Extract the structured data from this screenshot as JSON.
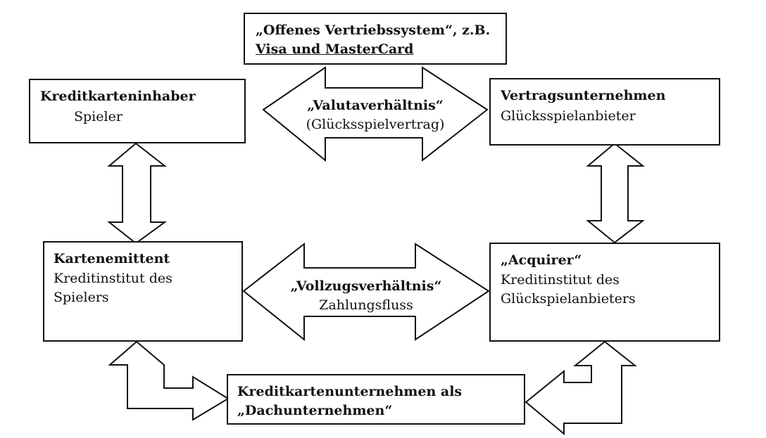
{
  "top_box": {
    "line1": "„Offenes Vertriebssystem“, z.B.",
    "line2": "Visa und MasterCard"
  },
  "cardholder": {
    "title": "Kreditkarteninhaber",
    "subtitle": "Spieler"
  },
  "merchant": {
    "title": "Vertragsunternehmen",
    "subtitle": "Glücksspielanbieter"
  },
  "issuer": {
    "title": "Kartenemittent",
    "line1": "Kreditinstitut des",
    "line2": "Spielers"
  },
  "acquirer": {
    "title": "„Acquirer“",
    "line1": "Kreditinstitut des",
    "line2": "Glückspielanbieters"
  },
  "umbrella": {
    "line1": "Kreditkartenunternehmen als",
    "line2": "„Dachunternehmen“"
  },
  "relation_top": {
    "title": "„Valutaverhältnis“",
    "subtitle": "(Glücksspielvertrag)"
  },
  "relation_mid": {
    "title": "„Vollzugsverhältnis“",
    "subtitle": "Zahlungsfluss"
  },
  "colors": {
    "stroke": "#111111",
    "fill": "#ffffff",
    "text": "#111111"
  }
}
